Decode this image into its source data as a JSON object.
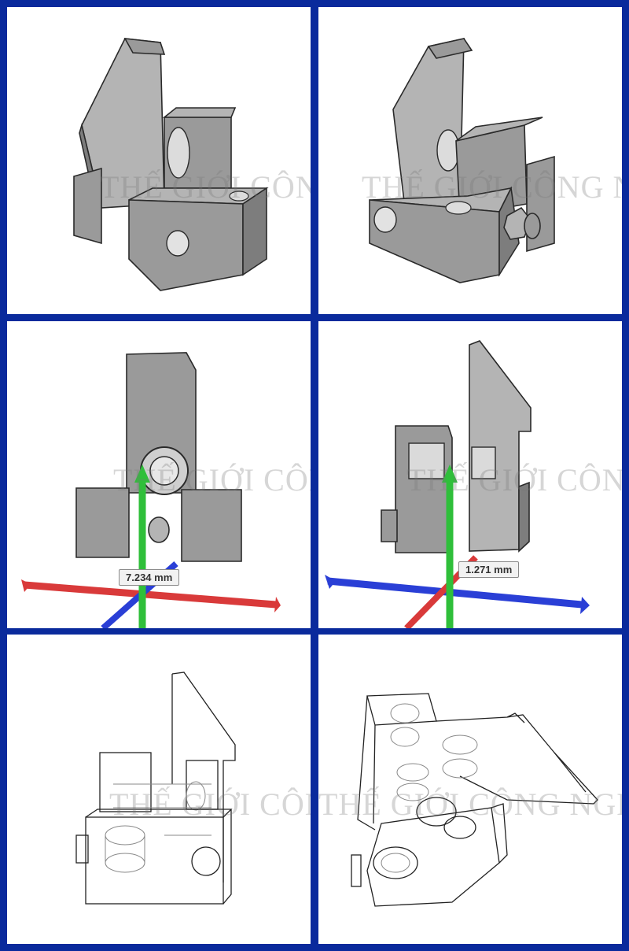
{
  "watermark": "THẾ GIỚI CÔNG NGHIỆP",
  "panels": [
    {
      "name": "isometric-view-front"
    },
    {
      "name": "isometric-view-back"
    },
    {
      "name": "move-gizmo-view-1",
      "measurement": "7.234 mm"
    },
    {
      "name": "move-gizmo-view-2",
      "measurement": "1.271 mm"
    },
    {
      "name": "wireframe-view-side"
    },
    {
      "name": "wireframe-view-top"
    }
  ],
  "colors": {
    "border": "#0a2a9c",
    "axis_x": "#d93a3a",
    "axis_y": "#2fbf3a",
    "axis_z": "#2a3fd6"
  }
}
